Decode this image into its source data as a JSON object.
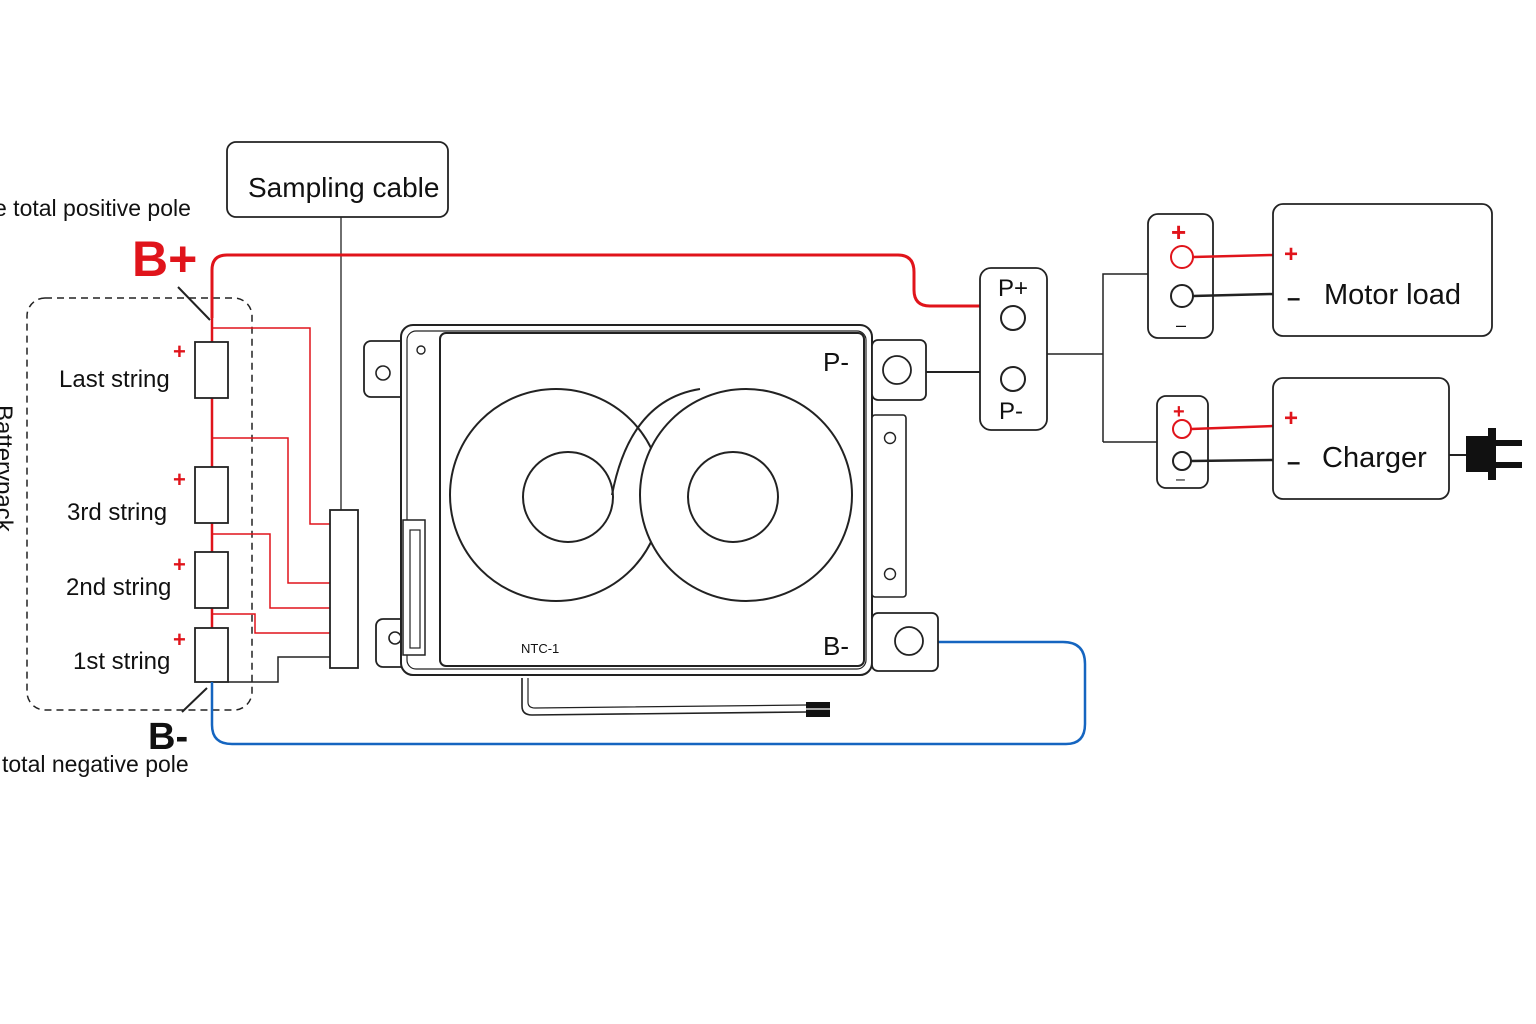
{
  "labels": {
    "total_positive_pole": "e total positive pole",
    "total_negative_pole": "total negative pole",
    "b_plus": "B+",
    "b_minus": "B-",
    "battery_pack_vertical": "Batterypack",
    "sampling_cable": "Sampling cable",
    "strings": [
      "Last string",
      "3rd string",
      "2nd string",
      "1st string"
    ],
    "plus_sign": "+",
    "minus_sign": "–",
    "bms_p_minus": "P-",
    "bms_b_minus": "B-",
    "ntc": "NTC-1",
    "terminal_p_plus": "P+",
    "terminal_p_minus": "P-",
    "motor_load": "Motor load",
    "charger": "Charger"
  },
  "colors": {
    "positive_wire": "#e0141b",
    "negative_wire": "#1565c0",
    "sampling_wire": "#e0141b",
    "outline": "#222222"
  }
}
